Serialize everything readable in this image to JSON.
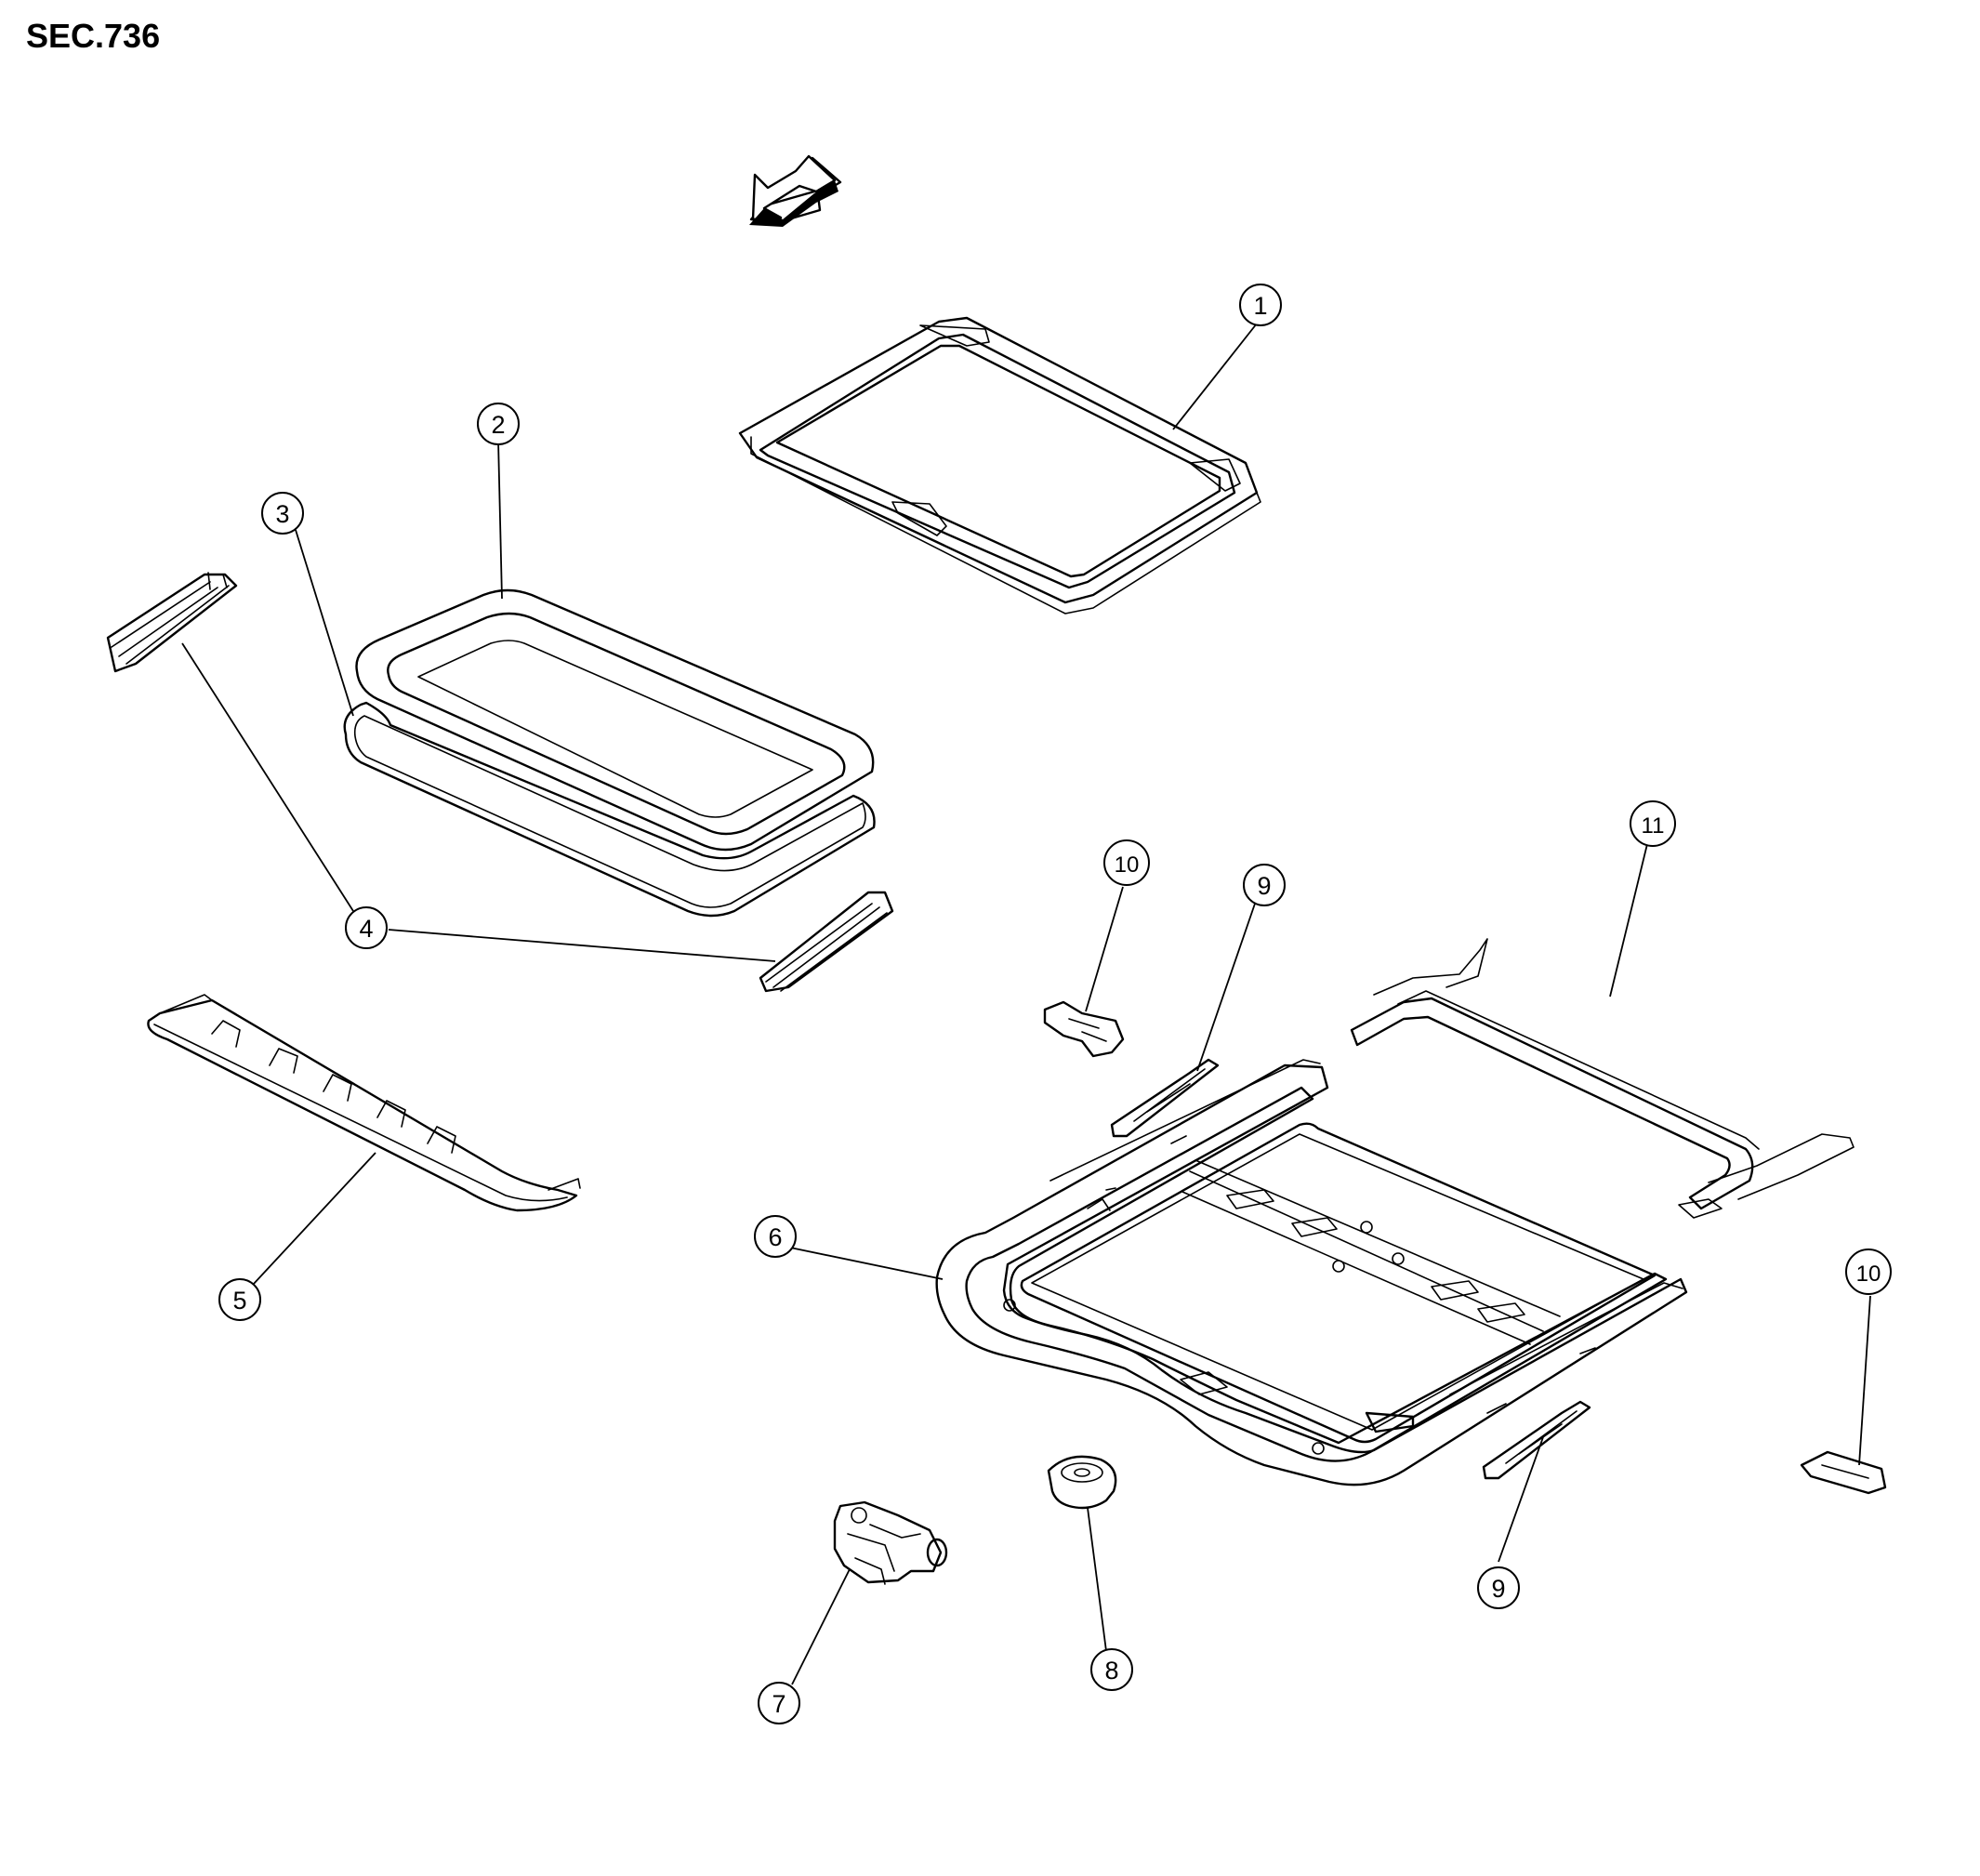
{
  "section_title": "SEC.736",
  "callouts": [
    {
      "id": "c1",
      "label": "1"
    },
    {
      "id": "c2",
      "label": "2"
    },
    {
      "id": "c3",
      "label": "3"
    },
    {
      "id": "c4",
      "label": "4"
    },
    {
      "id": "c5",
      "label": "5"
    },
    {
      "id": "c6",
      "label": "6"
    },
    {
      "id": "c7",
      "label": "7"
    },
    {
      "id": "c8",
      "label": "8"
    },
    {
      "id": "c9a",
      "label": "9"
    },
    {
      "id": "c9b",
      "label": "9"
    },
    {
      "id": "c10a",
      "label": "10"
    },
    {
      "id": "c10b",
      "label": "10"
    },
    {
      "id": "c11",
      "label": "11"
    }
  ],
  "icons": {
    "front_arrow": "front-direction-arrow-icon"
  }
}
